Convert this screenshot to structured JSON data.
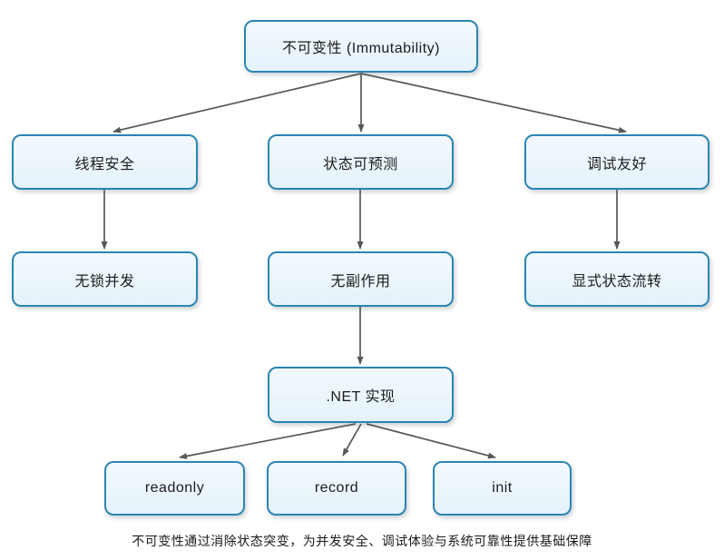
{
  "diagram": {
    "title_node": "不可变性 (Immutability)",
    "nodes": {
      "root": {
        "label": "不可变性 (Immutability)"
      },
      "thread_safety": {
        "label": "线程安全"
      },
      "predictable_state": {
        "label": "状态可预测"
      },
      "debug_friendly": {
        "label": "调试友好"
      },
      "lock_free_concurrency": {
        "label": "无锁并发"
      },
      "no_side_effects": {
        "label": "无副作用"
      },
      "explicit_state_flow": {
        "label": "显式状态流转"
      },
      "dotnet_implementation": {
        "label": ".NET 实现"
      },
      "readonly": {
        "label": "readonly"
      },
      "record": {
        "label": "record"
      },
      "init": {
        "label": "init"
      }
    },
    "edges": [
      {
        "from": "root",
        "to": "thread_safety"
      },
      {
        "from": "root",
        "to": "predictable_state"
      },
      {
        "from": "root",
        "to": "debug_friendly"
      },
      {
        "from": "thread_safety",
        "to": "lock_free_concurrency"
      },
      {
        "from": "predictable_state",
        "to": "no_side_effects"
      },
      {
        "from": "debug_friendly",
        "to": "explicit_state_flow"
      },
      {
        "from": "no_side_effects",
        "to": "dotnet_implementation"
      },
      {
        "from": "dotnet_implementation",
        "to": "readonly"
      },
      {
        "from": "dotnet_implementation",
        "to": "record"
      },
      {
        "from": "dotnet_implementation",
        "to": "init"
      }
    ],
    "caption": "不可变性通过消除状态突变，为并发安全、调试体验与系统可靠性提供基础保障",
    "colors": {
      "node_border": "#2b85b3",
      "node_fill_top": "#f2f9fd",
      "node_fill_bottom": "#e5f2fa",
      "arrow": "#575757",
      "text": "#1c1c1c",
      "background": "#ffffff"
    }
  }
}
